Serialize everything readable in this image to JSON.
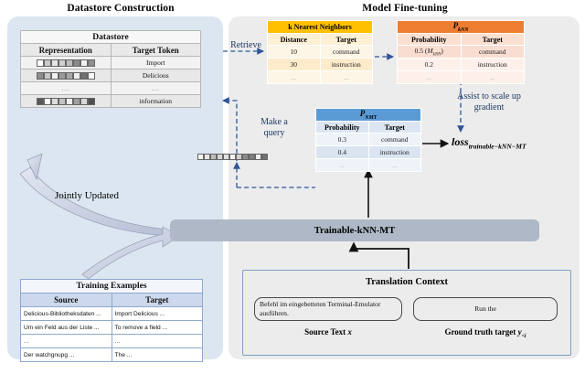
{
  "titles": {
    "left": "Datastore Construction",
    "right": "Model Fine-tuning"
  },
  "datastore": {
    "caption": "Datastore",
    "headers": [
      "Representation",
      "Target Token"
    ],
    "rows": [
      {
        "target": "Import",
        "vector": [
          "#ffffff",
          "#c9c9c9",
          "#e8e8e8",
          "#d0d0d0",
          "#bdbdbd",
          "#8a8a8a",
          "#f0f0f0",
          "#8f8f8f"
        ]
      },
      {
        "target": "Delicious",
        "vector": [
          "#8e8e8e",
          "#c6c6c6",
          "#f2f2f2",
          "#9b9b9b",
          "#a8a8a8",
          "#efefef",
          "#6f6f6f",
          "#fafafa"
        ]
      },
      {
        "target": "...",
        "vector": null
      },
      {
        "target": "information",
        "vector": [
          "#5a5a5a",
          "#fbfbfb",
          "#dcdcdc",
          "#c2c2c2",
          "#ededed",
          "#9e9e9e",
          "#d8d8d8",
          "#4f4f4f"
        ]
      }
    ]
  },
  "training_examples": {
    "caption": "Training Examples",
    "headers": [
      "Source",
      "Target"
    ],
    "rows": [
      [
        "Delicious-Bibliotheksdaten ...",
        "Import Delicious ..."
      ],
      [
        "Um ein Feld aus der Liste ...",
        "To remove a field ..."
      ],
      [
        "...",
        "..."
      ],
      [
        "Der watchgnupg ...",
        "The  ..."
      ]
    ]
  },
  "knn_table": {
    "caption": "k Nearest Neighbors",
    "headers": [
      "Distance",
      "Target"
    ],
    "rows": [
      [
        "10",
        "command"
      ],
      [
        "30",
        "instruction"
      ],
      [
        "...",
        "..."
      ]
    ]
  },
  "pknn_table": {
    "caption": "P_kNN",
    "caption_main": "P",
    "caption_sub": "kNN",
    "headers": [
      "Probability",
      "Target"
    ],
    "rows": [
      [
        "0.5 (M_kNN)",
        "command"
      ],
      [
        "0.2",
        "instruction"
      ],
      [
        "...",
        "..."
      ]
    ],
    "row0_prob_main": "0.5 (",
    "row0_prob_var": "M",
    "row0_prob_sub": "kNN",
    "row0_prob_tail": ")"
  },
  "pnmt_table": {
    "caption_main": "P",
    "caption_sub": "NMT",
    "headers": [
      "Probability",
      "Target"
    ],
    "rows": [
      [
        "0.3",
        "command"
      ],
      [
        "0.4",
        "instruction"
      ],
      [
        "...",
        "..."
      ]
    ]
  },
  "trainable_box": {
    "label": "Trainable-kNN-MT"
  },
  "translation_context": {
    "title": "Translation Context",
    "source_text": "Befehl im eingebetteten Terminal-Emulator ausführen.",
    "target_text": "Run the",
    "source_caption_main": "Source Text ",
    "source_caption_var": "x",
    "target_caption_main": "Ground truth target ",
    "target_caption_var": "y",
    "target_caption_sub": "<i"
  },
  "labels": {
    "retrieve": "Retrieve",
    "make_query": "Make a query",
    "assist": "Assist to scale up gradient",
    "jointly_updated": "Jointly Updated",
    "loss_main": "loss",
    "loss_sub": "trainable−kNN−MT"
  },
  "query_vector": [
    "#f5f5f5",
    "#e6e6e6",
    "#bdbdbd",
    "#d6d6d6",
    "#e0e0e0",
    "#f4f4f4",
    "#cfcfcf",
    "#8a8a8a",
    "#7f7f7f",
    "#efefef",
    "#707070"
  ],
  "colors": {
    "left_panel": "#dce6f1",
    "right_panel": "#ececec",
    "knn_header": "#ffc000",
    "pknn_header": "#ed7d31",
    "pnmt_header": "#5b9bd5",
    "trainable_bar": "#aeb8c6",
    "dashed_arrow": "#2f5597",
    "label_blue": "#1f3864"
  }
}
